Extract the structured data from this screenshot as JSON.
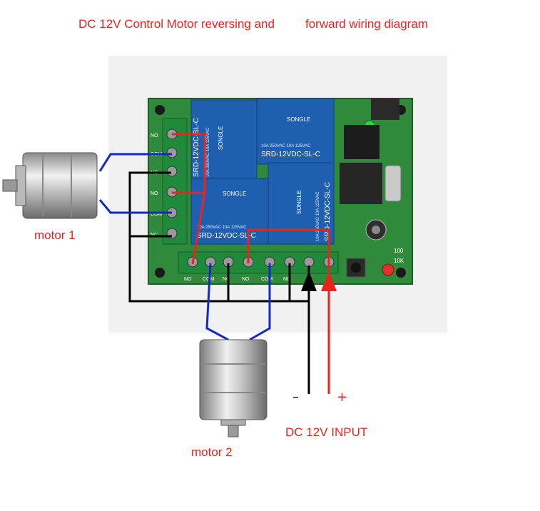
{
  "title": {
    "part1": "DC 12V Control Motor reversing and",
    "part2": "forward wiring diagram"
  },
  "labels": {
    "motor1": "motor 1",
    "motor2": "motor 2",
    "power_input": "DC 12V INPUT",
    "negative": "–",
    "positive": "+"
  },
  "relays": {
    "relay1": {
      "brand": "SONGLE",
      "model": "SRD-12VDC-SL-C",
      "rating": "10A 250VAC  10A 125VAC"
    },
    "relay2": {
      "brand": "SONGLE",
      "model": "SRD-12VDC-SL-C",
      "rating": "10A 250VAC  10A 125VAC"
    },
    "relay3": {
      "brand": "SONGLE",
      "model": "SRD-12VDC-SL-C",
      "rating": "10A 250VAC  10A 125VAC"
    },
    "relay4": {
      "brand": "SONGLE",
      "model": "SRD-12VDC-SL-C",
      "rating": "10A 250VAC  10A 125VAC"
    }
  },
  "board": {
    "left_terminal_labels": [
      "NO",
      "COM",
      "NC",
      "NO",
      "COM",
      "NC"
    ],
    "bottom_terminal_labels": [
      "NO",
      "COM",
      "NC",
      "NO",
      "COM",
      "NC",
      "–",
      "+"
    ],
    "resistor_labels": [
      "100",
      "10K"
    ]
  },
  "colors": {
    "title_text": "#e8251c",
    "wire_positive": "#e8251c",
    "wire_negative": "#000000",
    "wire_motor": "#1428c8",
    "pcb": "#2f8a3c",
    "relay": "#1f5fb0",
    "terminal": "#1f8a3a"
  }
}
